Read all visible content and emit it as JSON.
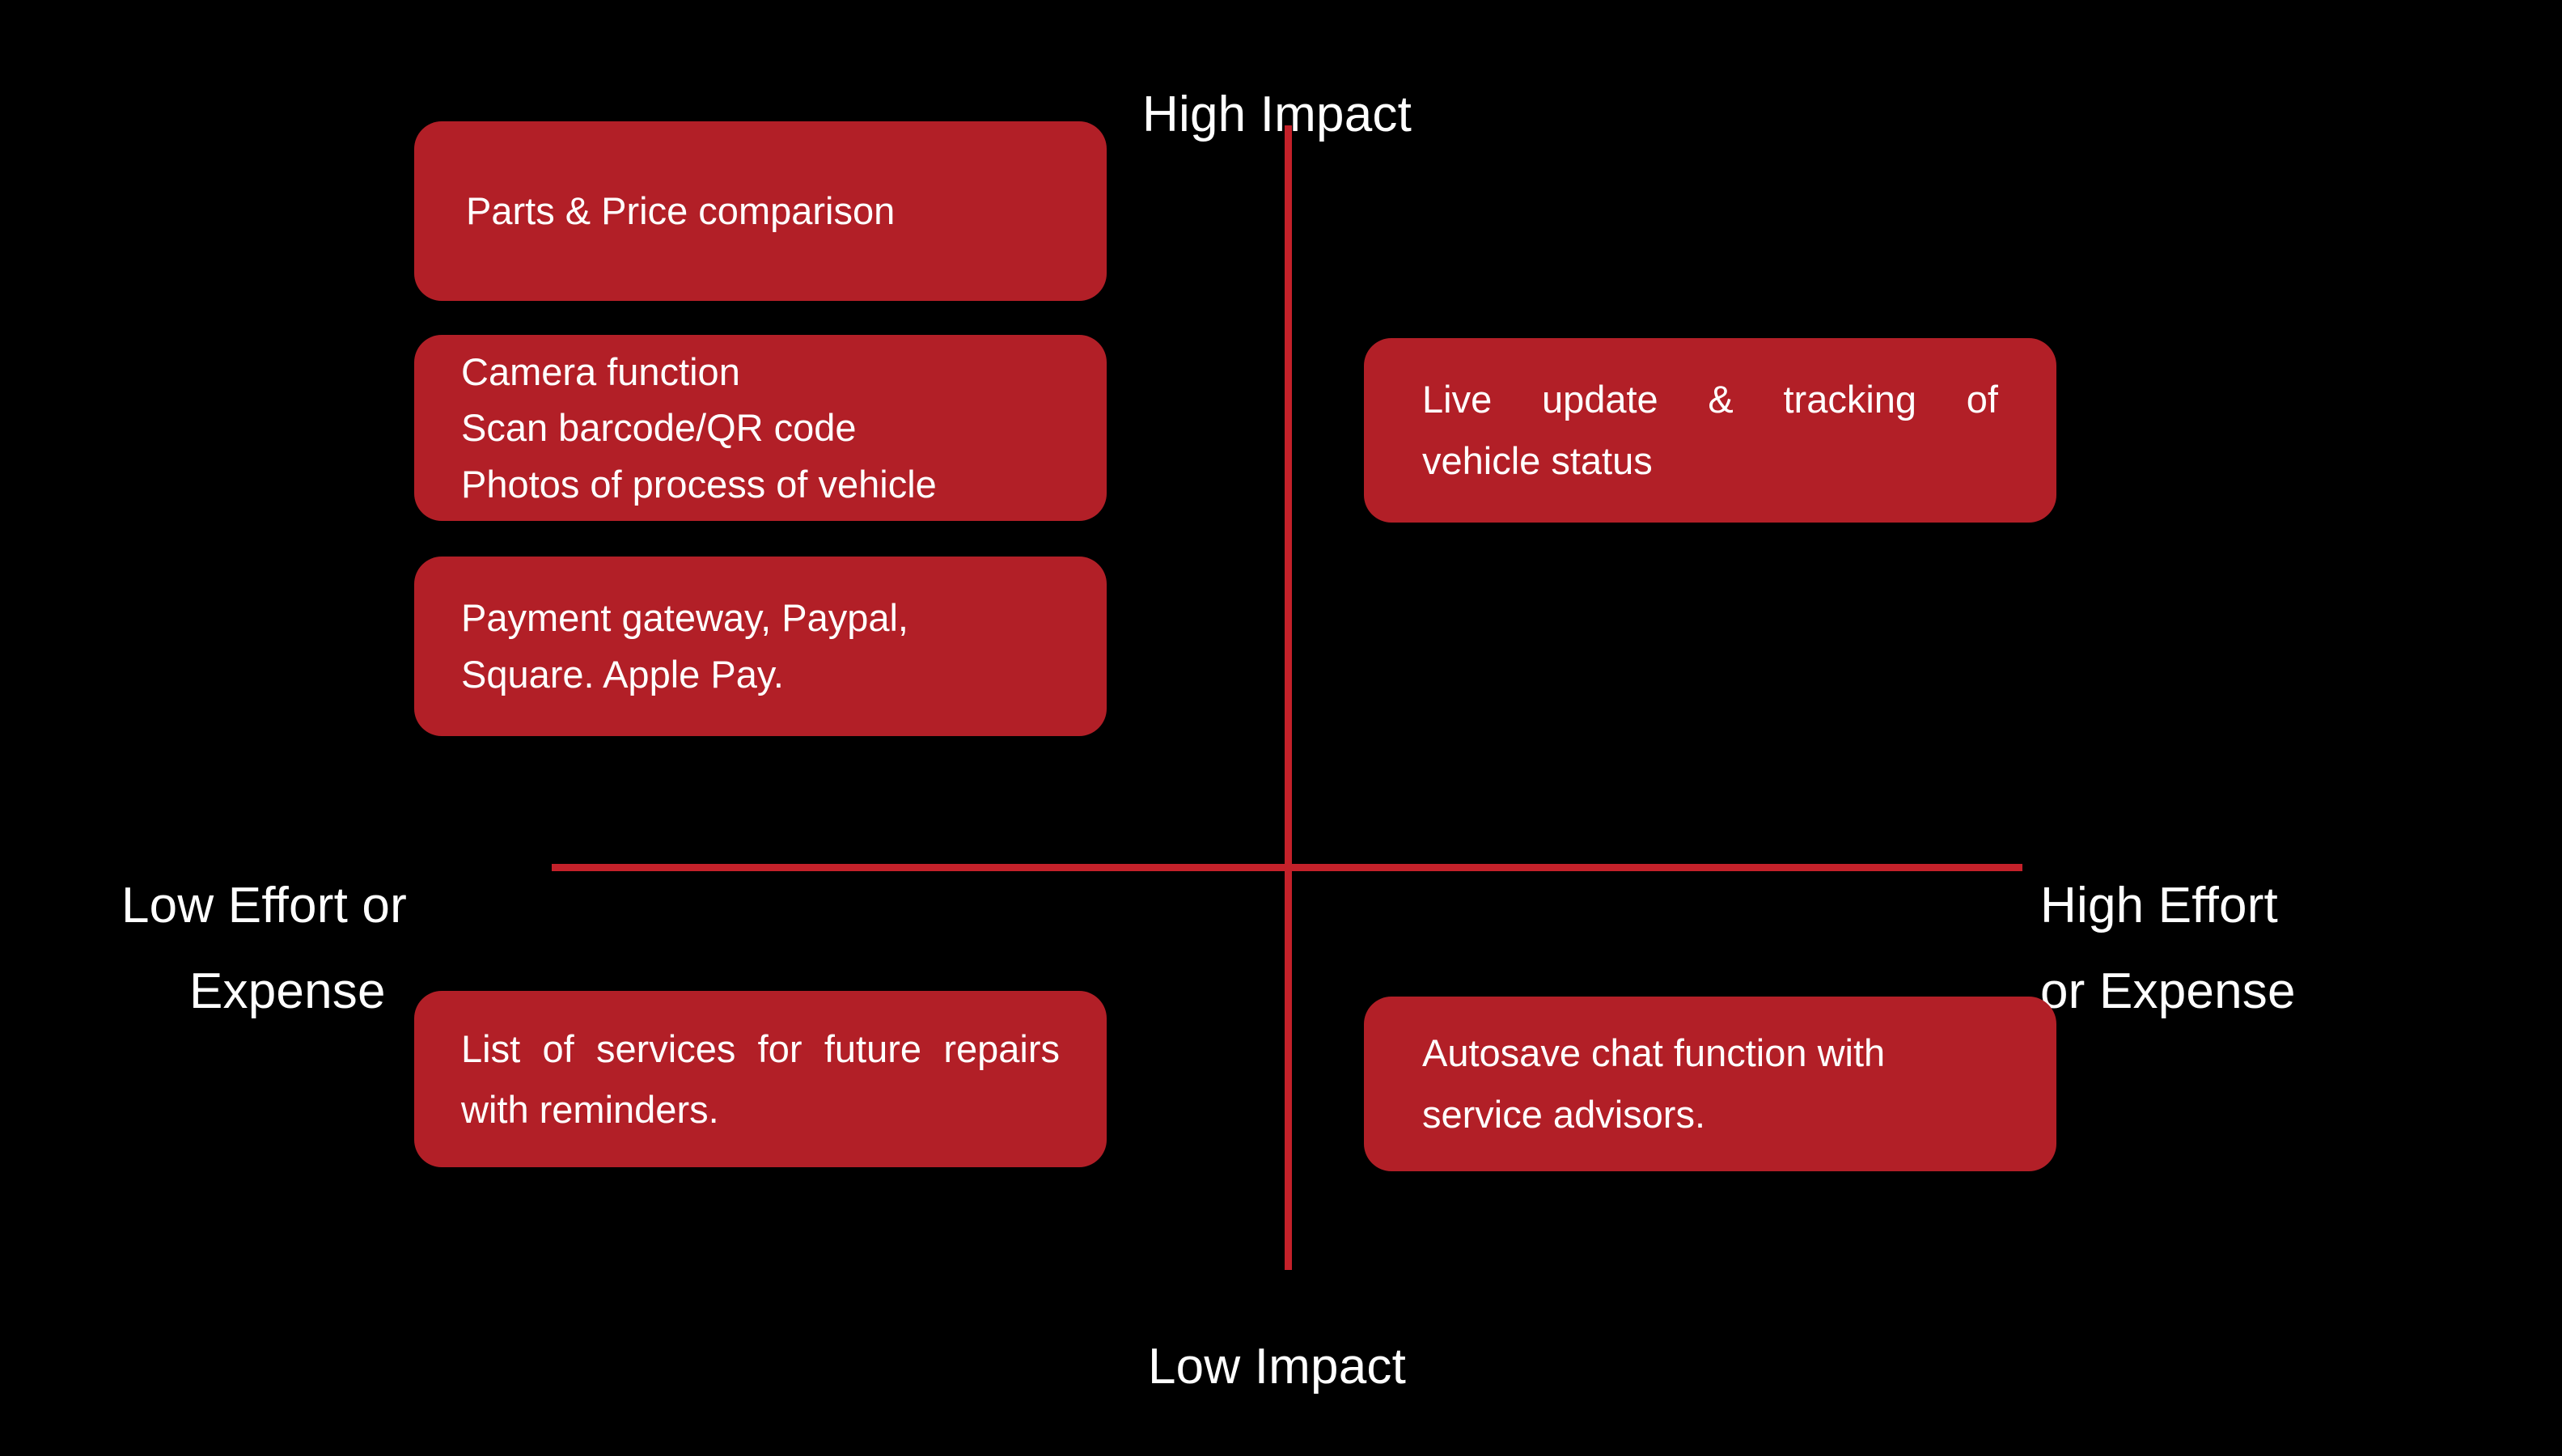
{
  "canvas": {
    "background_color": "#000000",
    "axis_color": "#C4212A",
    "card_color": "#B21F27",
    "text_color": "#FFFFFF"
  },
  "axes": {
    "top_label": "High Impact",
    "bottom_label": "Low Impact",
    "left_label_line1": "Low Effort or",
    "left_label_line2": "Expense",
    "right_label_line1": "High Effort",
    "right_label_line2": "or Expense"
  },
  "chart_data": {
    "type": "scatter",
    "title": "Effort vs Impact prioritization matrix",
    "xlabel": "Effort or Expense",
    "ylabel": "Impact",
    "xlim": [
      "Low Effort or Expense",
      "High Effort or Expense"
    ],
    "ylim": [
      "Low Impact",
      "High Impact"
    ],
    "grid": false,
    "legend": "none",
    "quadrants": [
      {
        "name": "low-effort-high-impact",
        "x": "low",
        "y": "high",
        "items": [
          "Parts & Price comparison",
          "Camera function / Scan barcode/QR code / Photos of process of vehicle",
          "Payment gateway, Paypal, Square. Apple Pay."
        ]
      },
      {
        "name": "high-effort-high-impact",
        "x": "high",
        "y": "high",
        "items": [
          "Live update & tracking of vehicle status"
        ]
      },
      {
        "name": "low-effort-low-impact",
        "x": "low",
        "y": "low",
        "items": [
          "List of services for future repairs with reminders."
        ]
      },
      {
        "name": "high-effort-low-impact",
        "x": "high",
        "y": "low",
        "items": [
          "Autosave chat function with service advisors."
        ]
      }
    ]
  },
  "cards": {
    "parts": {
      "line1": "Parts & Price comparison"
    },
    "camera": {
      "line1": "Camera function",
      "line2": "Scan barcode/QR code",
      "line3": "Photos of process of vehicle"
    },
    "payment": {
      "line1": "Payment gateway, Paypal,",
      "line2": "Square. Apple Pay."
    },
    "live_update": {
      "line1": "Live update & tracking of",
      "line2": "vehicle status"
    },
    "services_list": {
      "line1": "List of services for future repairs",
      "line2": "with reminders."
    },
    "autosave": {
      "line1": "Autosave chat function with",
      "line2": "service advisors."
    }
  }
}
